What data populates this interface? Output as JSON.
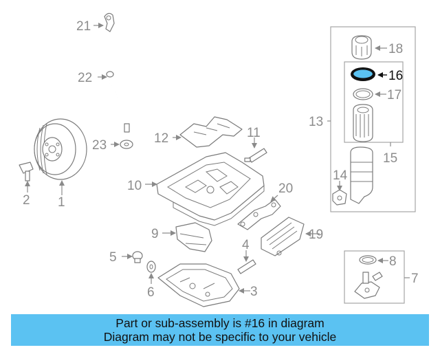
{
  "callouts": {
    "c1": "1",
    "c2": "2",
    "c3": "3",
    "c4": "4",
    "c5": "5",
    "c6": "6",
    "c7": "7",
    "c8": "8",
    "c9": "9",
    "c10": "10",
    "c11": "11",
    "c12": "12",
    "c13": "13",
    "c14": "14",
    "c15": "15",
    "c16": "16",
    "c17": "17",
    "c18": "18",
    "c19": "19",
    "c20": "20",
    "c21": "21",
    "c22": "22",
    "c23": "23"
  },
  "highlight": {
    "part_number": "16",
    "color": "#5bc2f2"
  },
  "banner": {
    "line1": "Part or sub-assembly is #16 in diagram",
    "line2": "Diagram may not be specific to your vehicle",
    "background": "#5bc2f2"
  }
}
